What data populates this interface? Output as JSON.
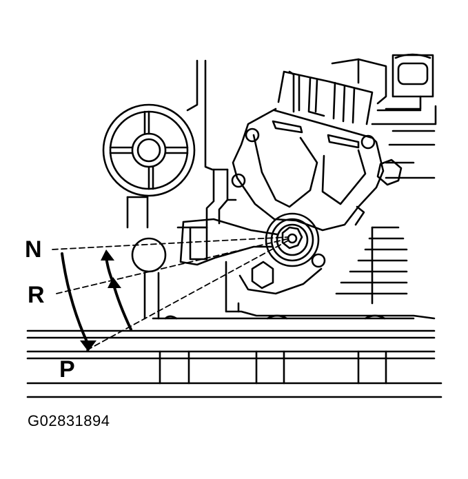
{
  "positions": {
    "n": "N",
    "r": "R",
    "p": "P"
  },
  "figure_id": "G02831894"
}
